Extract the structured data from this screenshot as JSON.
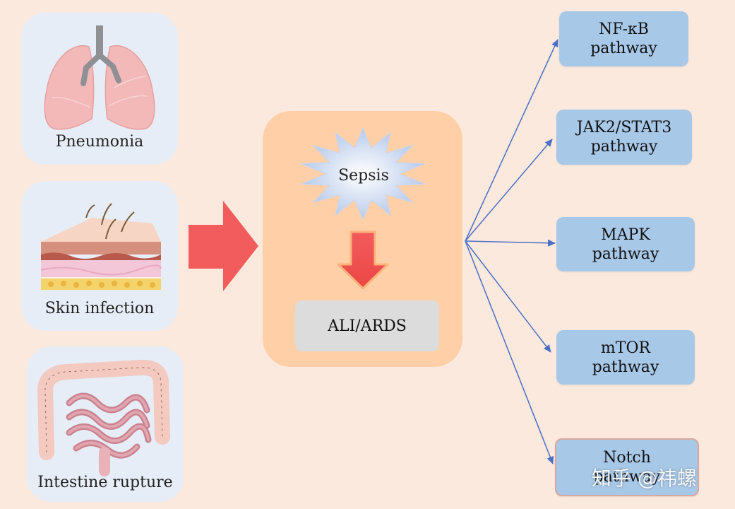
{
  "causes": [
    {
      "label": "Pneumonia",
      "icon": "lungs-icon"
    },
    {
      "label": "Skin infection",
      "icon": "skin-icon"
    },
    {
      "label": "Intestine rupture",
      "icon": "intestine-icon"
    }
  ],
  "center": {
    "sepsis_label": "Sepsis",
    "outcome_label": "ALI/ARDS"
  },
  "pathways": [
    {
      "line1": "NF-κB",
      "line2": "pathway"
    },
    {
      "line1": "JAK2/STAT3",
      "line2": "pathway"
    },
    {
      "line1": "MAPK",
      "line2": "pathway"
    },
    {
      "line1": "mTOR",
      "line2": "pathway"
    },
    {
      "line1": "Notch",
      "line2": "pathway"
    }
  ],
  "watermark": "知乎 @祎螺",
  "colors": {
    "background": "#fbe9dd",
    "card": "#e6edf6",
    "center_box": "#ffcfa8",
    "pathway_box": "#a8c8e8",
    "arrow_red": "#f25c5c",
    "connector_blue": "#4a6fc4"
  }
}
